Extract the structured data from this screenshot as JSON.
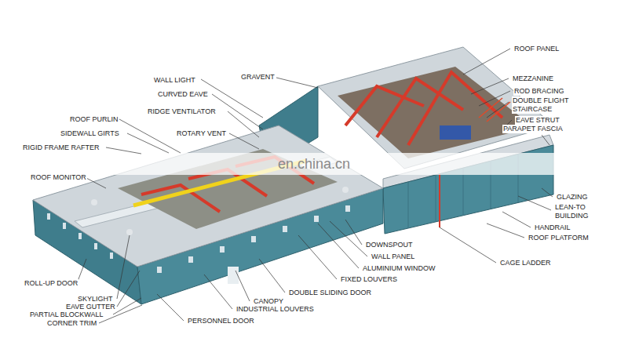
{
  "diagram": {
    "labels": [
      "WALL LIGHT",
      "GRAVENT",
      "CURVED EAVE",
      "RIDGE VENTILATOR",
      "ROOF PURLIN",
      "ROTARY VENT",
      "SIDEWALL GIRTS",
      "RIGID FRAME RAFTER",
      "ROOF MONITOR",
      "ROOF PANEL",
      "MEZZANINE",
      "ROD BRACING",
      "DOUBLE FLIGHT STAIRCASE",
      "EAVE STRUT",
      "PARAPET FASCIA",
      "GLAZING",
      "LEAN-TO BUILDING",
      "HANDRAIL",
      "ROOF PLATFORM",
      "CAGE LADDER",
      "DOWNSPOUT",
      "WALL PANEL",
      "ALUMINIUM WINDOW",
      "FIXED LOUVERS",
      "DOUBLE SLIDING DOOR",
      "CANOPY",
      "INDUSTRIAL LOUVERS",
      "PERSONNEL DOOR",
      "ROLL-UP DOOR",
      "SKYLIGHT",
      "EAVE GUTTER",
      "PARTIAL BLOCKWALL",
      "CORNER TRIM",
      "en.china.cn"
    ]
  }
}
